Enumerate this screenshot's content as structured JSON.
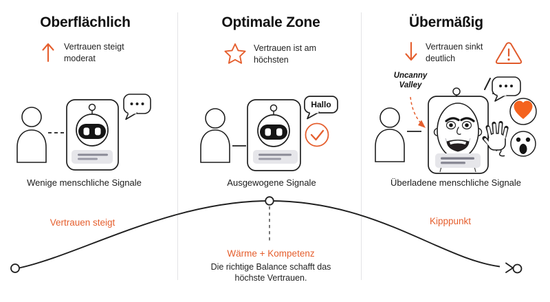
{
  "palette": {
    "accent": "#e55e2d",
    "heart": "#f4631f",
    "panel": "#e6e6ea",
    "panel_line": "#8a8a96",
    "ink": "#1f1f1f",
    "divider": "#e3e3e5"
  },
  "columns": [
    {
      "title": "Oberflächlich",
      "trend_icon": "arrow-up",
      "trend_text": "Vertrauen steigt moderat",
      "caption": "Wenige menschliche Signale",
      "curve_label": "Vertrauen steigt"
    },
    {
      "title": "Optimale Zone",
      "trend_icon": "star",
      "trend_text": "Vertrauen ist am höchsten",
      "bubble_text": "Hallo",
      "caption": "Ausgewogene Signale"
    },
    {
      "title": "Übermäßig",
      "trend_icon": "arrow-down",
      "alert_icon": "warning-triangle",
      "trend_text": "Vertrauen sinkt deutlich",
      "annotation": "Uncanny Valley",
      "caption": "Überladene menschliche Signale",
      "curve_label": "Kipppunkt"
    }
  ],
  "center_note": {
    "heading": "Wärme + Kompetenz",
    "body": "Die richtige Balance schafft das höchste Vertrauen."
  }
}
